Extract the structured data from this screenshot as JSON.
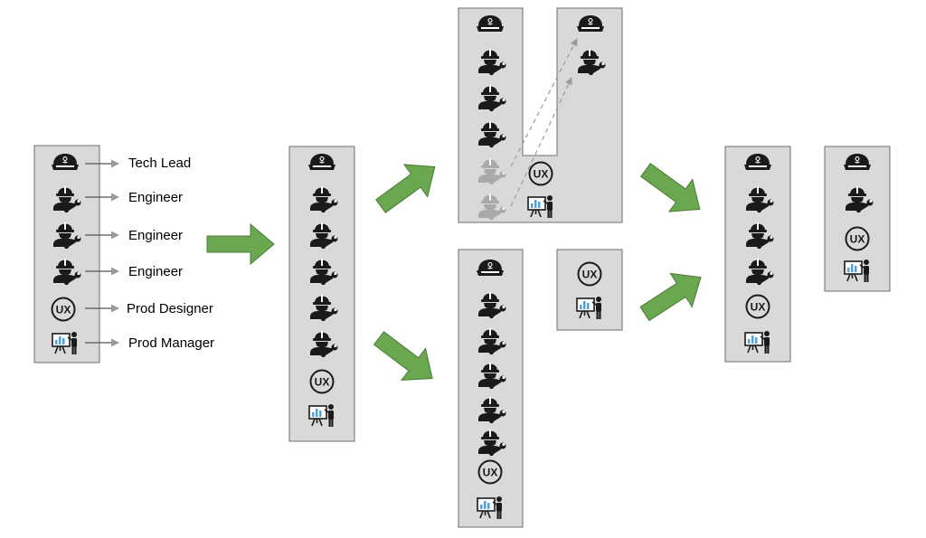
{
  "legend": {
    "labels": [
      "Tech Lead",
      "Engineer",
      "Engineer",
      "Engineer",
      "Prod Designer",
      "Prod Manager"
    ]
  },
  "icons": {
    "tech_lead": "captain-hat-icon",
    "engineer": "engineer-wrench-icon",
    "designer": "ux-badge-icon",
    "manager": "presenter-chart-icon"
  },
  "colors": {
    "box_fill": "#d9d9d9",
    "box_border": "#6d6d6d",
    "flow_arrow": "#69a84f",
    "flow_arrow_border": "#4e7a3a",
    "icon_dark": "#1a1a1a",
    "icon_faded": "#9a9a9a",
    "chart_blue": "#4fa3e0",
    "connector": "#555555",
    "dashed": "#9a9a9a"
  },
  "ux_text": "UX"
}
